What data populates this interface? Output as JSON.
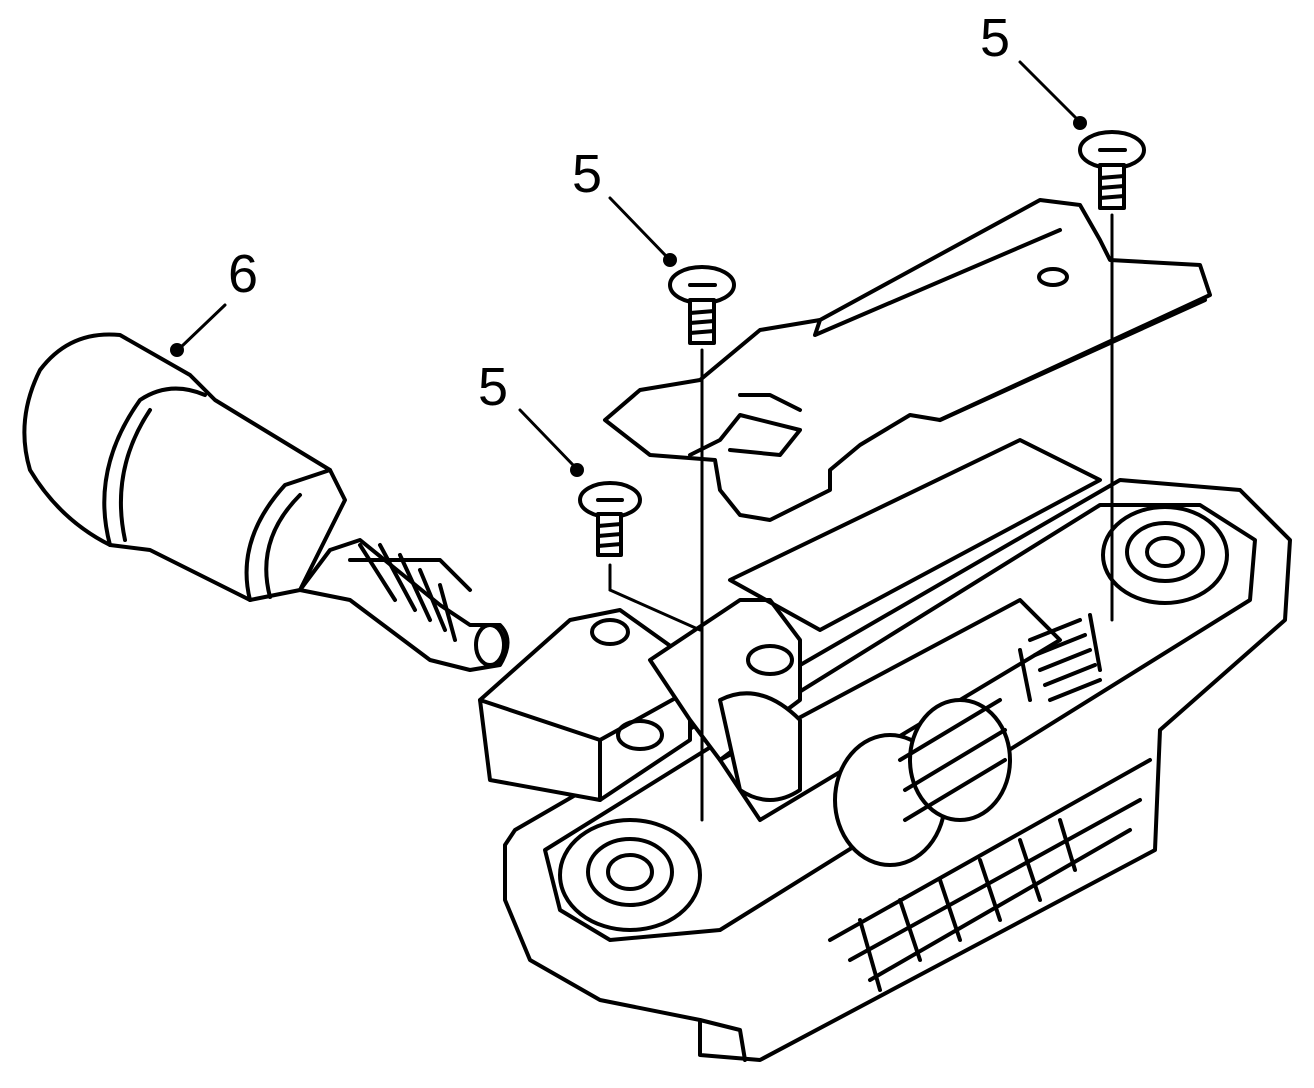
{
  "callouts": [
    {
      "id": "screw-right",
      "label": "5"
    },
    {
      "id": "screw-middle",
      "label": "5"
    },
    {
      "id": "screw-left",
      "label": "5"
    },
    {
      "id": "motor",
      "label": "6"
    }
  ],
  "icons": [
    "screw-icon",
    "motor-icon",
    "cover-plate-icon",
    "housing-icon"
  ]
}
